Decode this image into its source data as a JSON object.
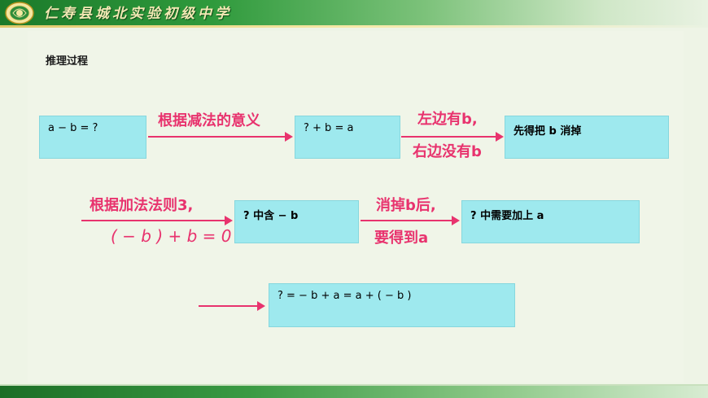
{
  "header": {
    "school_name": "仁寿县城北实验初级中学"
  },
  "subtitle": "推理过程",
  "boxes": {
    "box1": "a − b = ?",
    "box2": "? + b = a",
    "box3": "先得把 b 消掉",
    "box4": "? 中含 − b",
    "box5": "? 中需要加上 a",
    "box6": "? = − b + a = a + ( − b )"
  },
  "labels": {
    "arrow1": "根据减法的意义",
    "arrow2_top": "左边有b,",
    "arrow2_bottom": "右边没有b",
    "arrow3_top": "根据加法法则3,",
    "arrow3_bottom": "( − b ) + b = 0",
    "arrow4_top": "消掉b后,",
    "arrow4_bottom": "要得到a"
  },
  "colors": {
    "accent_pink": "#e8336e",
    "box_fill": "#9ee9ee",
    "header_green": "#1b7a2a",
    "background": "#eef4e6"
  }
}
